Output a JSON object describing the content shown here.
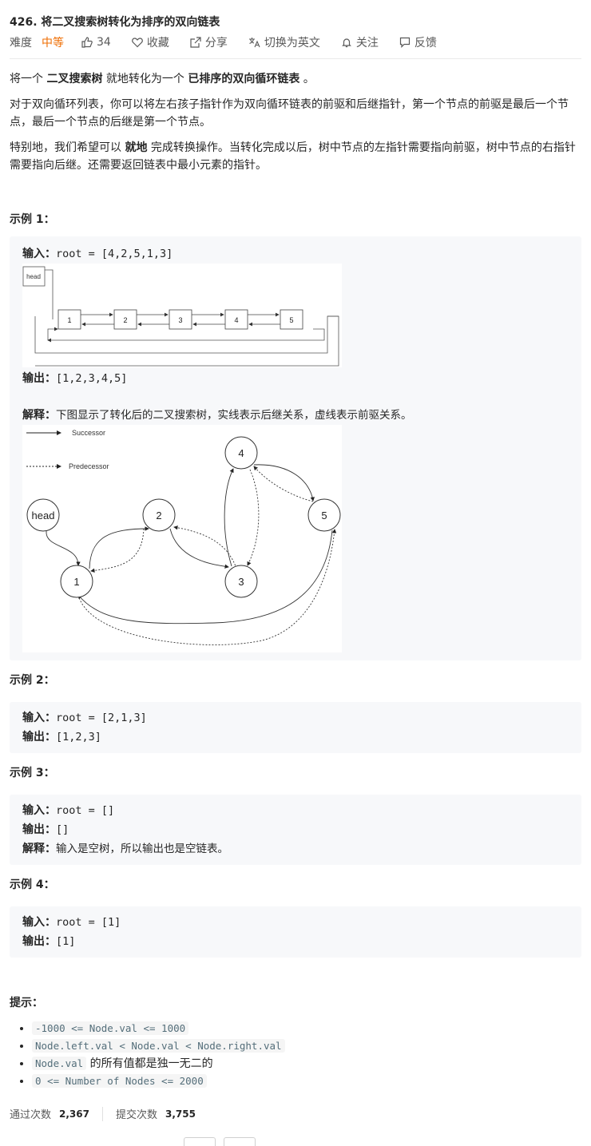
{
  "problem": {
    "title": "426. 将二叉搜索树转化为排序的双向链表",
    "difficulty_label": "难度",
    "difficulty": "中等",
    "likes": "34",
    "favorite": "收藏",
    "share": "分享",
    "switch_lang": "切换为英文",
    "follow": "关注",
    "feedback": "反馈"
  },
  "description": {
    "p1_a": "将一个 ",
    "p1_b": "二叉搜索树",
    "p1_c": " 就地转化为一个 ",
    "p1_d": "已排序的双向循环链表",
    "p1_e": " 。",
    "p2": "对于双向循环列表，你可以将左右孩子指针作为双向循环链表的前驱和后继指针，第一个节点的前驱是最后一个节点，最后一个节点的后继是第一个节点。",
    "p3_a": "特别地，我们希望可以 ",
    "p3_b": "就地",
    "p3_c": " 完成转换操作。当转化完成以后，树中节点的左指针需要指向前驱，树中节点的右指针需要指向后继。还需要返回链表中最小元素的指针。"
  },
  "examples": {
    "ex1_title": "示例 1：",
    "ex2_title": "示例 2：",
    "ex3_title": "示例 3：",
    "ex4_title": "示例 4：",
    "input_label": "输入：",
    "output_label": "输出：",
    "explain_label": "解释：",
    "ex1_input": "root = [4,2,5,1,3]",
    "ex1_output": "[1,2,3,4,5]",
    "ex1_explain": "下图显示了转化后的二叉搜索树，实线表示后继关系，虚线表示前驱关系。",
    "ex2_input": "root = [2,1,3]",
    "ex2_output": "[1,2,3]",
    "ex3_input": "root = []",
    "ex3_output": "[]",
    "ex3_explain": "输入是空树，所以输出也是空链表。",
    "ex4_input": "root = [1]",
    "ex4_output": "[1]"
  },
  "figure1": {
    "head": "head",
    "nodes": [
      "1",
      "2",
      "3",
      "4",
      "5"
    ]
  },
  "figure2": {
    "legend_successor": "Successor",
    "legend_predecessor": "Predecessor",
    "head": "head",
    "nodes": [
      "1",
      "2",
      "3",
      "4",
      "5"
    ]
  },
  "hints": {
    "title": "提示：",
    "h1": "-1000 <= Node.val <= 1000",
    "h2": "Node.left.val < Node.val < Node.right.val",
    "h3_code": "Node.val",
    "h3_text": " 的所有值都是独一无二的",
    "h4": "0 <= Number of Nodes <= 2000"
  },
  "stats": {
    "accepted_label": "通过次数",
    "accepted": "2,367",
    "submitted_label": "提交次数",
    "submitted": "3,755"
  },
  "colors": {
    "difficulty": "#ef6c00",
    "code_bg": "#f7f8fa"
  }
}
